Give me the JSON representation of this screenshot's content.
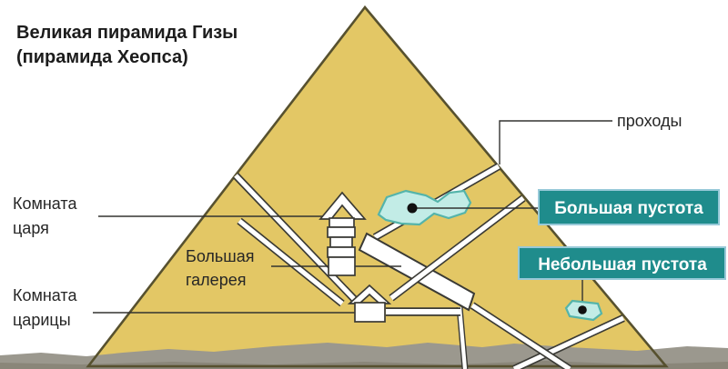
{
  "diagram": {
    "title_line1": "Великая пирамида Гизы",
    "title_line2": "(пирамида Хеопса)",
    "labels": {
      "passages": "проходы",
      "kings_chamber_line1": "Комната",
      "kings_chamber_line2": "царя",
      "grand_gallery_line1": "Большая",
      "grand_gallery_line2": "галерея",
      "queens_chamber_line1": "Комната",
      "queens_chamber_line2": "царицы"
    },
    "badges": {
      "big_void": "Большая пустота",
      "small_void": "Небольшая пустота"
    },
    "colors": {
      "pyramid_fill": "#e3c765",
      "pyramid_outline": "#57512f",
      "ground_gray": "#9b988e",
      "ground_dark": "#8a8679",
      "badge_teal": "#1f8c8c",
      "badge_border": "#97c9d8",
      "void_fill": "#c2ece6",
      "void_outline": "#54b4aa",
      "passage_white": "#ffffff",
      "passage_outline": "#3a3a35",
      "text_color": "#262626"
    }
  }
}
